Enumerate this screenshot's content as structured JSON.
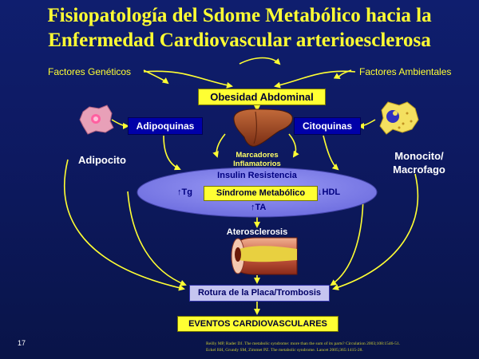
{
  "slide": {
    "title_line1": "Fisiopatología del Sdome Metabólico hacia la",
    "title_line2": "Enfermedad Cardiovascular arterioesclerosa",
    "slide_number": "17"
  },
  "factors": {
    "genetic": "Factores Genéticos",
    "environmental": "Factores Ambientales"
  },
  "nodes": {
    "obesity": "Obesidad Abdominal",
    "adipokines": "Adipoquinas",
    "cytokines": "Citoquinas",
    "adipocyte": "Adipocito",
    "monocyte_line1": "Monocito/",
    "monocyte_line2": "Macrofago",
    "inflammatory_markers": "Marcadores Inflamatorios",
    "insulin_resistance": "Insulin Resistencia",
    "metabolic_syndrome": "Síndrome Metabólico",
    "tg": "↑Tg",
    "hdl": "↓HDL",
    "ta": "↑TA",
    "atherosclerosis": "Aterosclerosis",
    "plaque_rupture": "Rotura de la Placa/Trombosis",
    "cv_events": "EVENTOS CARDIOVASCULARES"
  },
  "references": [
    "Reilly MP, Rader DJ. The metabolic syndrome: more than the sum of its parts? Circulation 2003;108:1546-51.",
    "Eckel RH, Grundy SM, Zimmet PZ. The metabolic syndrome. Lancet 2005;365:1415-28."
  ],
  "colors": {
    "background": "#0f1e6e",
    "title": "#ffff33",
    "arrows": "#ffff33",
    "dark_box": "#0000a8",
    "light_box": "#c5c5f0",
    "ellipse": "#8080ee"
  }
}
